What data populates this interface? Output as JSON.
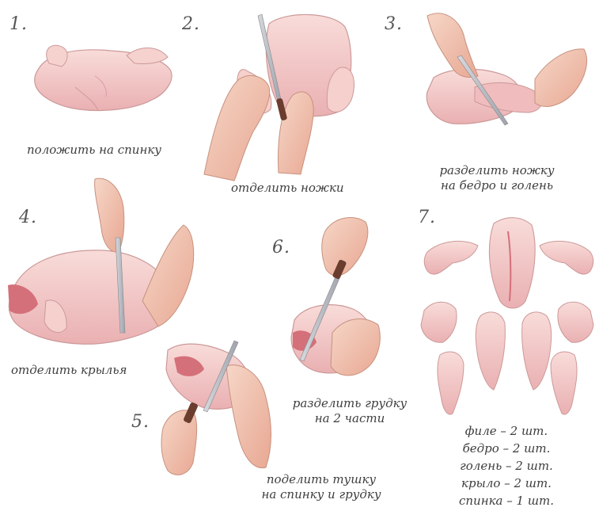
{
  "steps": [
    {
      "number": "1.",
      "caption": "положить на спинку"
    },
    {
      "number": "2.",
      "caption": "отделить ножки"
    },
    {
      "number": "3.",
      "caption_line1": "разделить ножку",
      "caption_line2": "на бедро и голень"
    },
    {
      "number": "4.",
      "caption": "отделить крылья"
    },
    {
      "number": "5.",
      "caption_line1": "поделить тушку",
      "caption_line2": "на спинку и грудку"
    },
    {
      "number": "6.",
      "caption_line1": "разделить грудку",
      "caption_line2": "на 2 части"
    },
    {
      "number": "7."
    }
  ],
  "parts_list": [
    "филе – 2 шт.",
    "бедро – 2 шт.",
    "голень – 2 шт.",
    "крыло – 2 шт.",
    "спинка – 1 шт."
  ],
  "colors": {
    "meat": "#f3c8c6",
    "meat_dark": "#e7a4a6",
    "meat_red": "#d4707a",
    "skin_hand": "#f2c7b5",
    "knife": "#b9bcc4",
    "knife_handle": "#6a3d2e",
    "line": "#9a6b6b"
  },
  "icons": [
    "chicken-whole",
    "knife",
    "hand",
    "chicken-parts"
  ]
}
